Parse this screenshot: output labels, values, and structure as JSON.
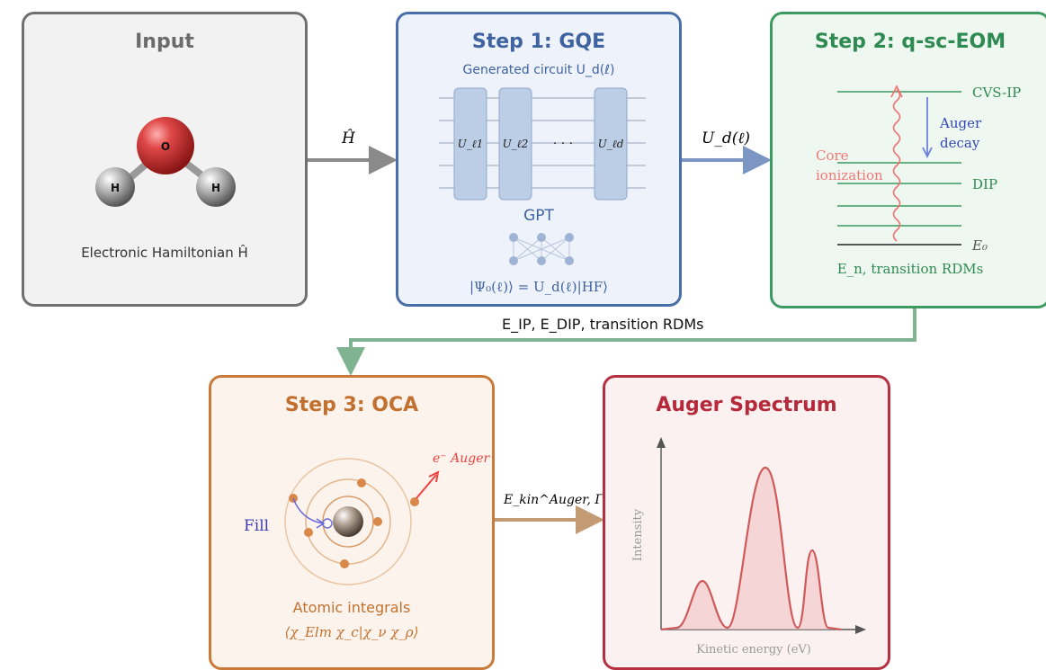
{
  "colors": {
    "input": "#707070",
    "input_bg": "#f2f2f2",
    "step1": "#4a6fa8",
    "step1_bg": "#eef2fa",
    "step2": "#3d9a60",
    "step2_bg": "#eef7f0",
    "step3": "#c97a3a",
    "step3_bg": "#fcf4ec",
    "auger": "#b53040",
    "auger_bg": "#fcf1f1"
  },
  "input": {
    "title": "Input",
    "atom_o": "O",
    "atom_h": "H",
    "caption": "Electronic Hamiltonian Ĥ"
  },
  "arrow1_label": "Ĥ",
  "step1": {
    "title": "Step 1:  GQE",
    "subtitle": "Generated circuit U_d(ℓ)",
    "gates": [
      "U_ℓ1",
      "U_ℓ2",
      "U_ℓd"
    ],
    "dots": "· · ·",
    "gpt_label": "GPT",
    "state_eq": "|Ψ₀(ℓ)⟩ = U_d(ℓ)|HF⟩"
  },
  "arrow2_label": "U_d(ℓ)",
  "step2": {
    "title": "Step 2:  q-sc-EOM",
    "levels": {
      "cvs": "CVS-IP",
      "dip": "DIP",
      "e0": "E₀"
    },
    "auger_decay": [
      "Auger",
      "decay"
    ],
    "core_ionization": [
      "Core",
      "ionization"
    ],
    "caption": "E_n, transition RDMs"
  },
  "connector_label": "E_IP,  E_DIP, transition RDMs",
  "step3": {
    "title": "Step 3:  OCA",
    "fill_label": "Fill",
    "electron_label": "e⁻ Auger",
    "caption1": "Atomic integrals",
    "caption2": "⟨χ_Elm χ_c|χ_ν χ_ρ⟩"
  },
  "arrow4_label": "E_kin^Auger, Γ_fi",
  "auger": {
    "title": "Auger Spectrum",
    "ylabel": "Intensity",
    "xlabel": "Kinetic energy (eV)"
  }
}
